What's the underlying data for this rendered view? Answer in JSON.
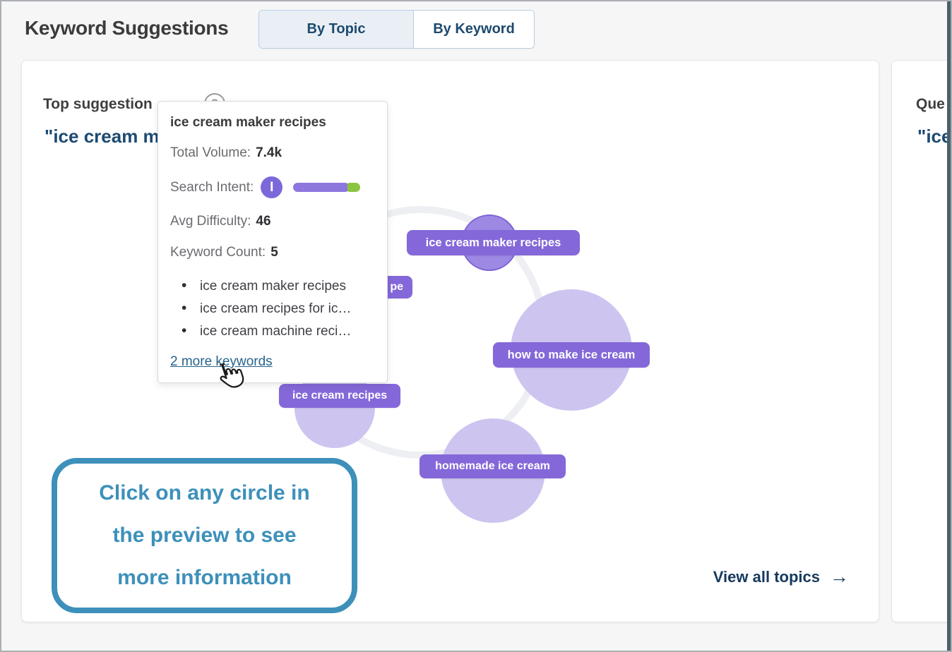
{
  "header": {
    "title": "Keyword Suggestions",
    "tabs": [
      {
        "label": "By Topic",
        "active": true
      },
      {
        "label": "By Keyword",
        "active": false
      }
    ]
  },
  "main_card": {
    "heading": "Top suggestion",
    "topic_quote": "\"ice cream maker recipes\"",
    "callout_lines": [
      "Click on any circle in",
      "the preview to see",
      "more information"
    ],
    "view_all_label": "View all topics",
    "view_all_arrow": "→"
  },
  "bubbles": {
    "maker_label": "ice cream maker recipes",
    "partial_label": "pe",
    "howto_label": "how to make ice cream",
    "recipes_label": "ice cream recipes",
    "homemade_label": "homemade ice cream"
  },
  "tooltip": {
    "title": "ice cream maker recipes",
    "total_volume_label": "Total Volume:",
    "total_volume": "7.4k",
    "search_intent_label": "Search Intent:",
    "intent_icon_letter": "I",
    "avg_difficulty_label": "Avg Difficulty:",
    "avg_difficulty": "46",
    "keyword_count_label": "Keyword Count:",
    "keyword_count": "5",
    "keywords": [
      "ice cream maker recipes",
      "ice cream recipes for ic…",
      "ice cream machine reci…"
    ],
    "more_link": "2 more keywords"
  },
  "right_card": {
    "heading_fragment": "Que",
    "topic_fragment": "\"ice"
  },
  "colors": {
    "accent_purple": "#8468d9",
    "bubble_light": "#cec4f0",
    "bubble_dark": "#9d89e4",
    "ring_grey": "#edeff3",
    "callout_teal": "#3d90ba",
    "navy_text": "#1c4a71",
    "link_blue": "#26648e",
    "intent_green": "#8bc53f",
    "tab_active_bg": "#e9eff5"
  }
}
